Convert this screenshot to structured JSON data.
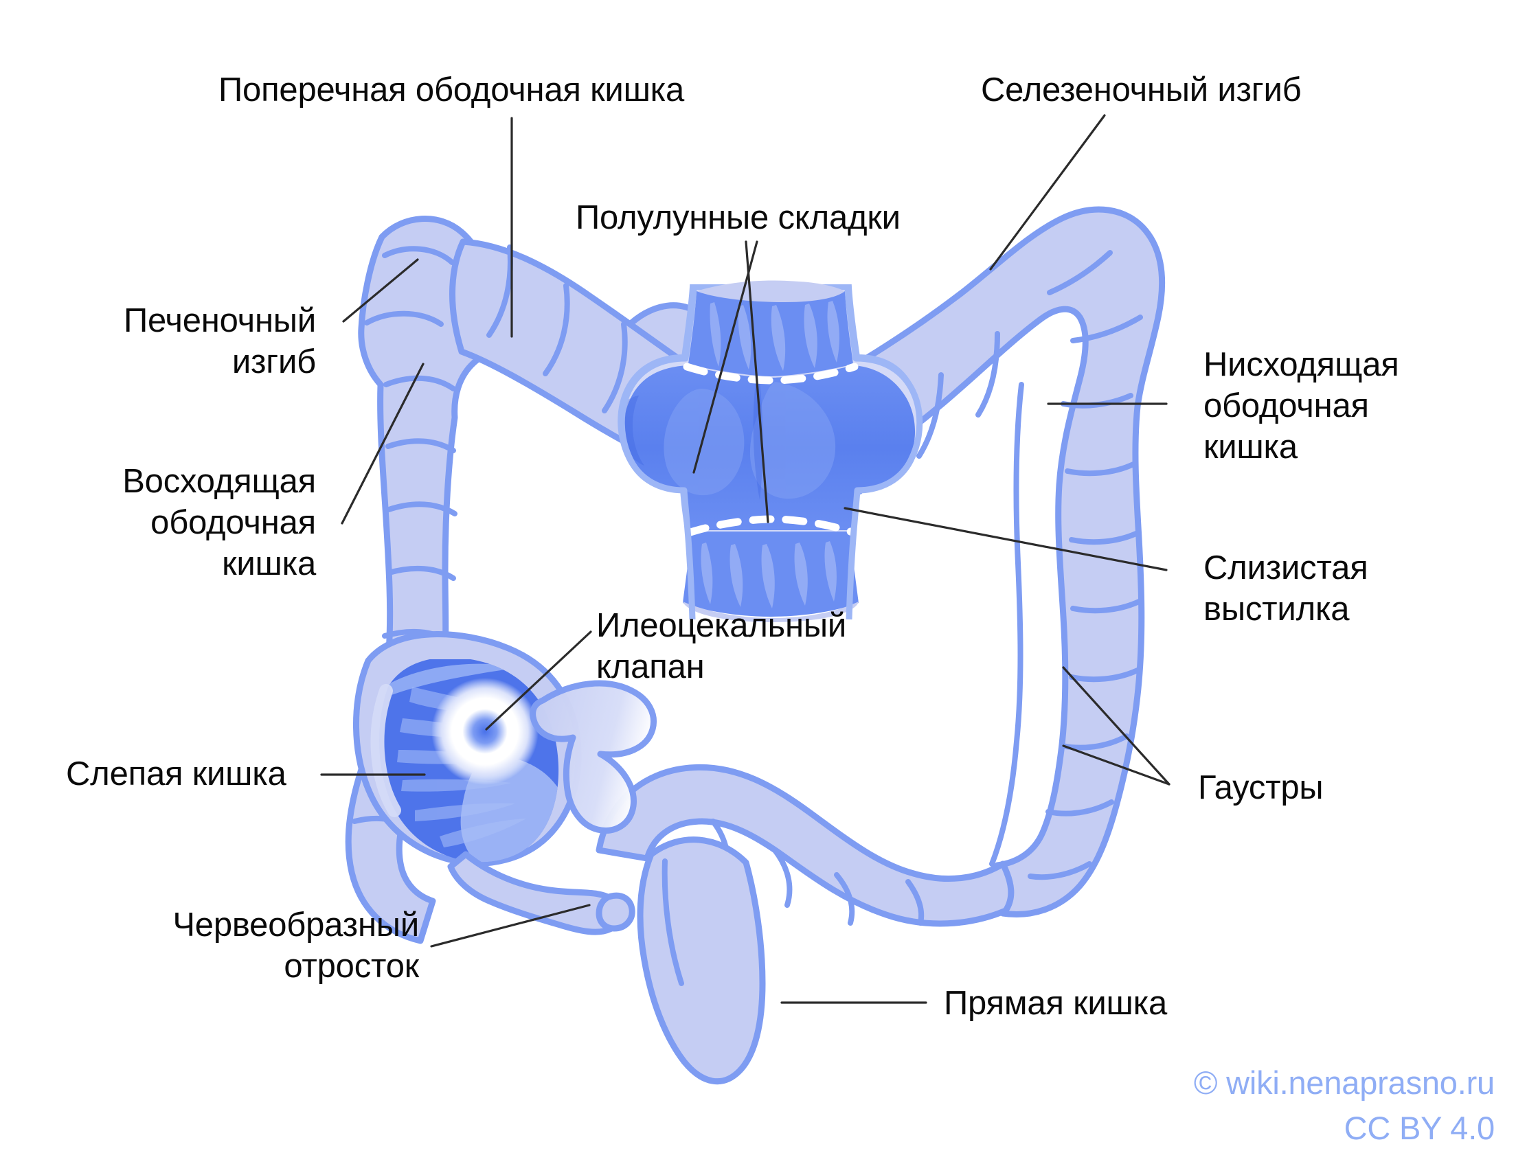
{
  "diagram": {
    "title": "Толстая кишка (анатомическая схема)",
    "subject": "large-intestine",
    "background_color": "#ffffff",
    "colors": {
      "wall_fill": "#c5cdf3",
      "wall_fill_light": "#d4daf7",
      "outline": "#7e9cf2",
      "mucosa_dark": "#4a72ea",
      "mucosa_mid": "#6b8ef2",
      "mucosa_light": "#9fb5f6",
      "fold_dash": "#ffffff",
      "leader_line": "#2b2b2b",
      "label_text": "#0a0a0a",
      "watermark_text": "#8fadf5"
    }
  },
  "labels": {
    "transverse_colon": "Поперечная ободочная кишка",
    "splenic_flexure": "Селезеночный изгиб",
    "semilunar_folds": "Полулунные складки",
    "hepatic_flexure": "Печеночный\nизгиб",
    "ascending_colon": "Восходящая\nободочная\nкишка",
    "descending_colon": "Нисходящая\nободочная\nкишка",
    "mucosal_lining": "Слизистая\nвыстилка",
    "ileocecal_valve": "Илеоцекальный\nклапан",
    "haustra": "Гаустры",
    "cecum": "Слепая кишка",
    "appendix": "Червеобразный\nотросток",
    "rectum": "Прямая кишка"
  },
  "watermark": {
    "line1": "© wiki.nenaprasno.ru",
    "line2": "CC BY 4.0"
  }
}
